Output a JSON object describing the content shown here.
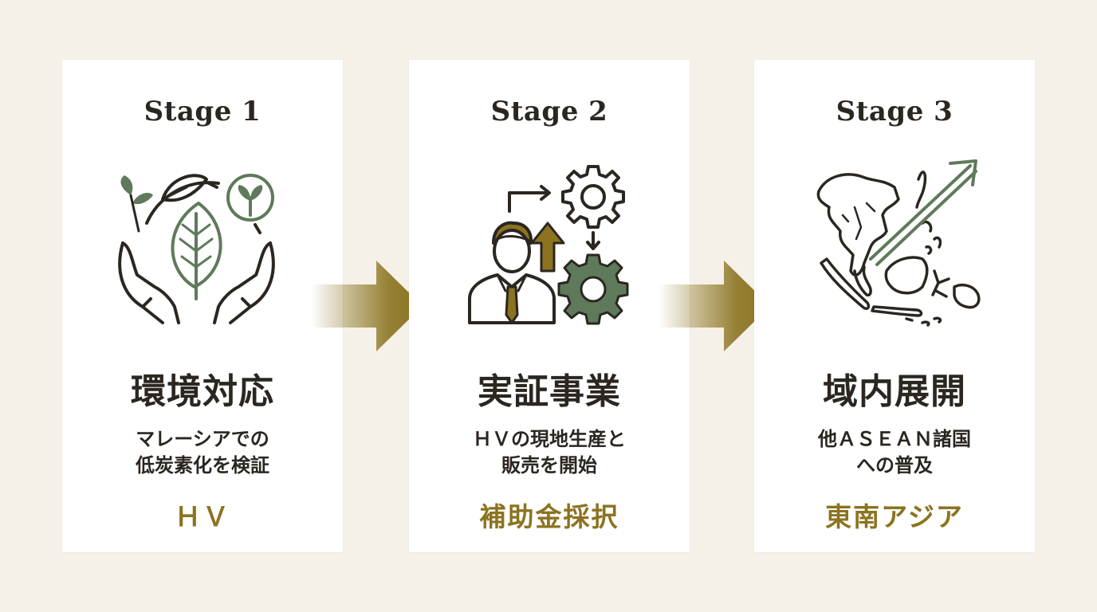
{
  "stages": [
    {
      "title": "Stage 1",
      "heading": "環境対応",
      "desc_line1": "マレーシアでの",
      "desc_line2": "低炭素化を検証",
      "tag": "ＨＶ",
      "icon": "hands-leaf-icon"
    },
    {
      "title": "Stage 2",
      "heading": "実証事業",
      "desc_line1": "ＨＶの現地生産と",
      "desc_line2": "販売を開始",
      "tag": "補助金採択",
      "icon": "businessman-gears-icon"
    },
    {
      "title": "Stage 3",
      "heading": "域内展開",
      "desc_line1": "他ＡＳＥＡＮ諸国",
      "desc_line2": "への普及",
      "tag": "東南アジア",
      "icon": "southeast-asia-map-icon"
    }
  ],
  "colors": {
    "background": "#f5f1e8",
    "card": "#ffffff",
    "text": "#2b2620",
    "accent_gold": "#8b7320",
    "accent_green": "#5e7a5a"
  }
}
